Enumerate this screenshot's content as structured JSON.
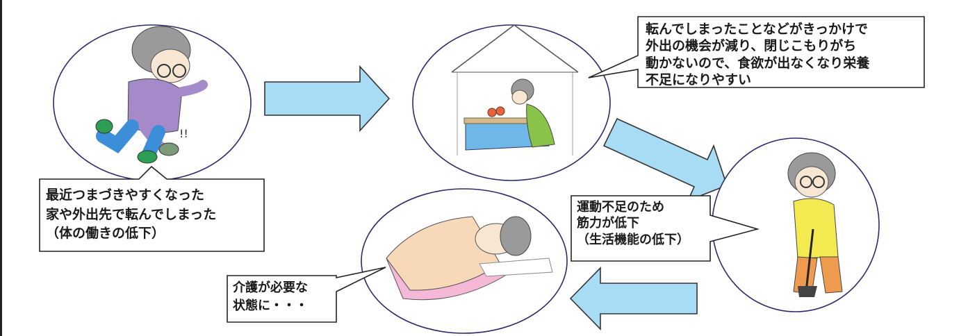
{
  "callouts": {
    "stumble": {
      "lines": [
        "最近つまづきやすくなった",
        "家や外出先で転んでしまった",
        "（体の働きの低下）"
      ]
    },
    "house": {
      "lines": [
        "転んでしまったことなどがきっかけで",
        "外出の機会が減り、閉じこもりがち",
        "動かないので、食欲が出なくなり栄養",
        "不足になりやすい"
      ]
    },
    "muscle": {
      "lines": [
        "運動不足のため",
        "筋力が低下",
        "（生活機能の低下）"
      ]
    },
    "care": {
      "lines": [
        "介護が必要な",
        "状態に・・・"
      ]
    }
  },
  "colors": {
    "arrow_fill": "#a8dcf4",
    "arrow_stroke": "#333333",
    "circle_stroke": "#2a2a6a",
    "box_stroke": "#222222"
  }
}
